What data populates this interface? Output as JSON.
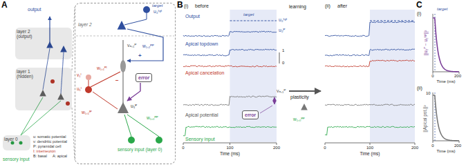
{
  "diagram": {
    "nodes": [
      {
        "text": [
          "layer 2 (output)"
        ]
      },
      {
        "text": [
          "layer 1 (hidden)"
        ]
      },
      {
        "text": [
          "layer 0"
        ]
      },
      {
        "text": [
          "layer 2"
        ]
      },
      {
        "text": [
          "error"
        ],
        "in": 3
      },
      {
        "text": [
          "error"
        ]
      }
    ],
    "edges": [
      {
        "from": 1,
        "to": 3,
        "arrow": "none"
      },
      {
        "from": 1,
        "to": 3,
        "arrow": "none"
      }
    ],
    "labels": [
      "A",
      "output",
      "sensory input",
      "u: somatic potential",
      "v: dendritic potential",
      "B: basal",
      "A: apical",
      "P: pyramidal cell",
      "I: interneuron",
      "target",
      "u₂ᵗᵍᵗ",
      "+",
      "−",
      "vₐ,₁ᴾ",
      "u₁ᴾ",
      "v₁ᴵ",
      "u₁ᴵ",
      "w₁,₁ᴾᴵ",
      "w₁,₁ᴵᴾ",
      "w₁,₂ᴾᴾ",
      "w₁,₀ᴾᴾ",
      "sensory input (layer 0)",
      "B",
      "(i)",
      "before",
      "Output",
      "target",
      "u₂ᵗᵍᵗ",
      "u₂ᴾ",
      "Apical topdown",
      "Apical cancelation",
      "1",
      "0",
      "vₐ,₁ᴾ",
      "Apical potential",
      "Sensory input",
      "0",
      "100",
      "200",
      "Time (ms)",
      "learning",
      "plasticity",
      "w₁,₀ᴾᴾ",
      "(ii)",
      "after",
      "0",
      "100",
      "200",
      "Time (ms)",
      "C",
      "(i)",
      "target",
      "||u₂ᴾ − u₂ᵗᵍᵗ||²",
      "0",
      "200",
      "Time (ms)",
      "(ii)",
      "||Apical pot.||²",
      "0",
      "200",
      "Time (ms)",
      "10"
    ]
  }
}
